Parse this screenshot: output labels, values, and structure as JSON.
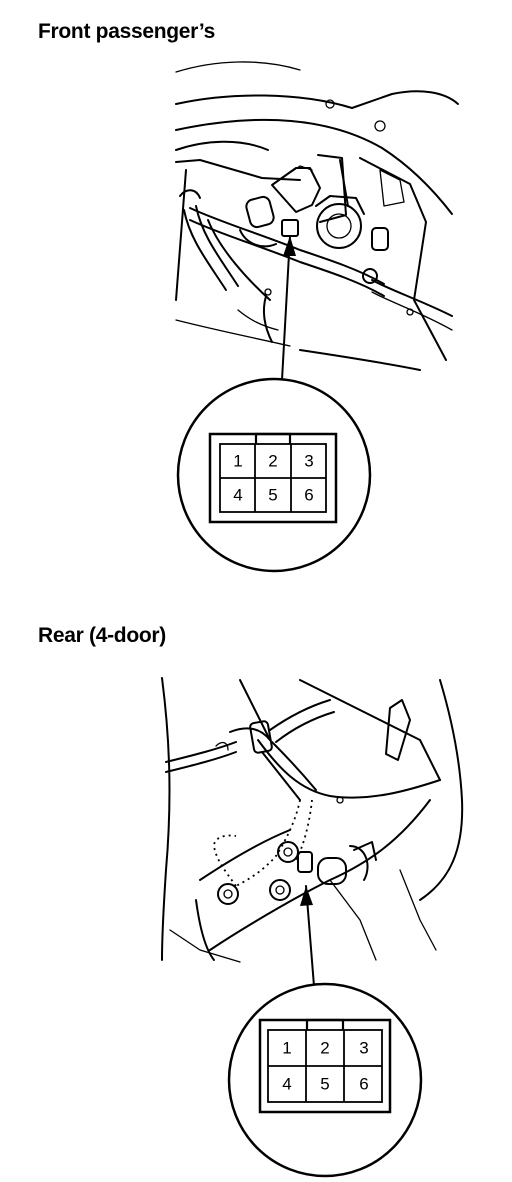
{
  "sections": [
    {
      "title": "Front passenger’s",
      "connector_pins": [
        "1",
        "2",
        "3",
        "4",
        "5",
        "6"
      ]
    },
    {
      "title": "Rear (4-door)",
      "connector_pins": [
        "1",
        "2",
        "3",
        "4",
        "5",
        "6"
      ]
    }
  ]
}
